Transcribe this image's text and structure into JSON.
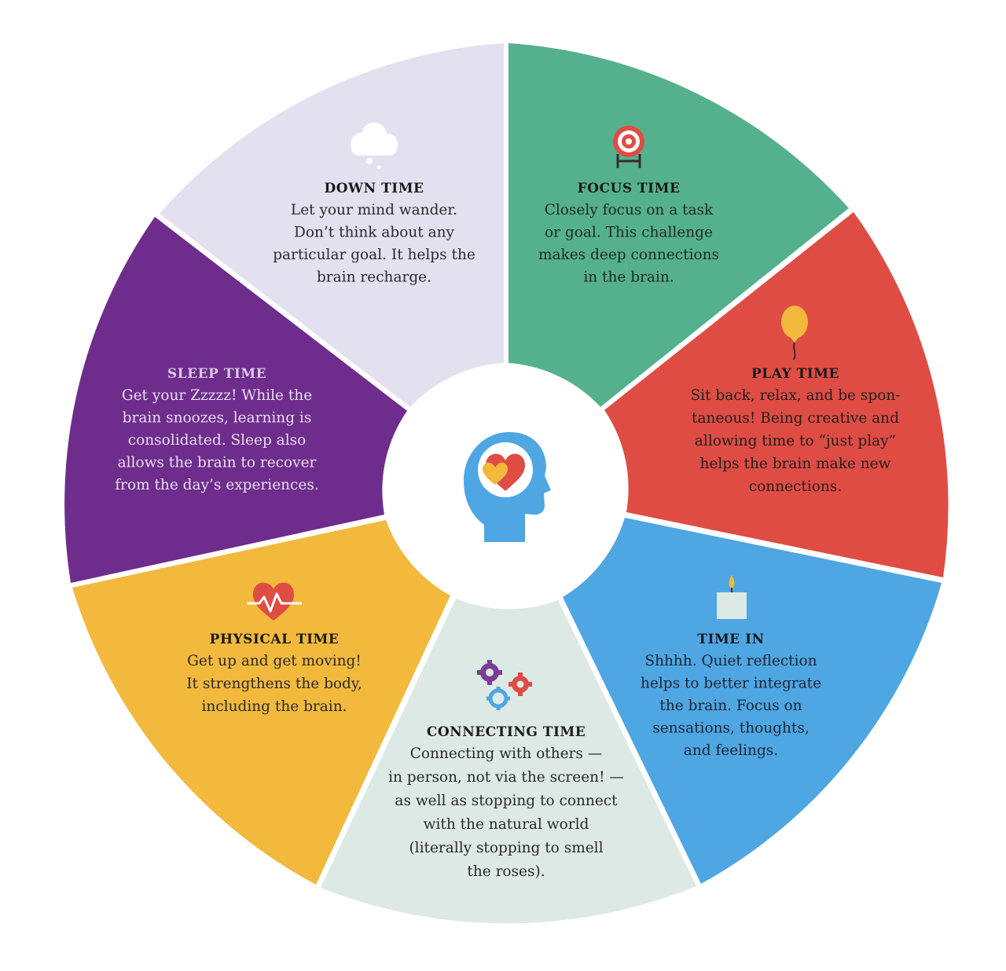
{
  "colors": {
    "down_time": "#e3e0f0",
    "focus_time": "#55b08e",
    "play_time": "#df4c44",
    "time_in": "#4ea6e3",
    "connecting_time": "#dde9e4",
    "physical_time": "#f2b93c",
    "sleep_time": "#6e2d8c",
    "center": "#ffffff",
    "head_icon": "#4ea6e3"
  },
  "segments": [
    {
      "key": "down_time",
      "icon": "thought-cloud-icon",
      "title": "DOWN TIME",
      "lines": [
        "Let your mind wander.",
        "Don’t think about any",
        "particular goal. It helps the",
        "brain recharge."
      ]
    },
    {
      "key": "focus_time",
      "icon": "target-icon",
      "title": "FOCUS TIME",
      "lines": [
        "Closely focus on a task",
        "or goal. This challenge",
        "makes deep connections",
        "in the brain."
      ]
    },
    {
      "key": "play_time",
      "icon": "balloon-icon",
      "title": "PLAY TIME",
      "lines": [
        "Sit back, relax, and be spon-",
        "taneous! Being creative and",
        "allowing time to “just play”",
        "helps the brain make new",
        "connections."
      ]
    },
    {
      "key": "time_in",
      "icon": "candle-icon",
      "title": "TIME IN",
      "lines": [
        "Shhhh. Quiet reflection",
        "helps to better integrate",
        "the brain. Focus on",
        "sensations, thoughts,",
        "and feelings."
      ]
    },
    {
      "key": "connecting_time",
      "icon": "gears-icon",
      "title": "CONNECTING TIME",
      "lines": [
        "Connecting with others —",
        "in person, not via the screen! —",
        "as well as stopping to connect",
        "with the natural world",
        "(literally stopping to smell",
        "the roses)."
      ]
    },
    {
      "key": "physical_time",
      "icon": "heartbeat-icon",
      "title": "PHYSICAL TIME",
      "lines": [
        "Get up and get moving!",
        "It strengthens the body,",
        "including the brain."
      ]
    },
    {
      "key": "sleep_time",
      "icon": "moon-icon",
      "title": "SLEEP TIME",
      "lines": [
        "Get your Zzzzz! While the",
        "brain snoozes, learning is",
        "consolidated. Sleep also",
        "allows the brain to recover",
        "from the day’s experiences."
      ]
    }
  ],
  "center": {
    "icon": "head-with-hearts-icon"
  }
}
